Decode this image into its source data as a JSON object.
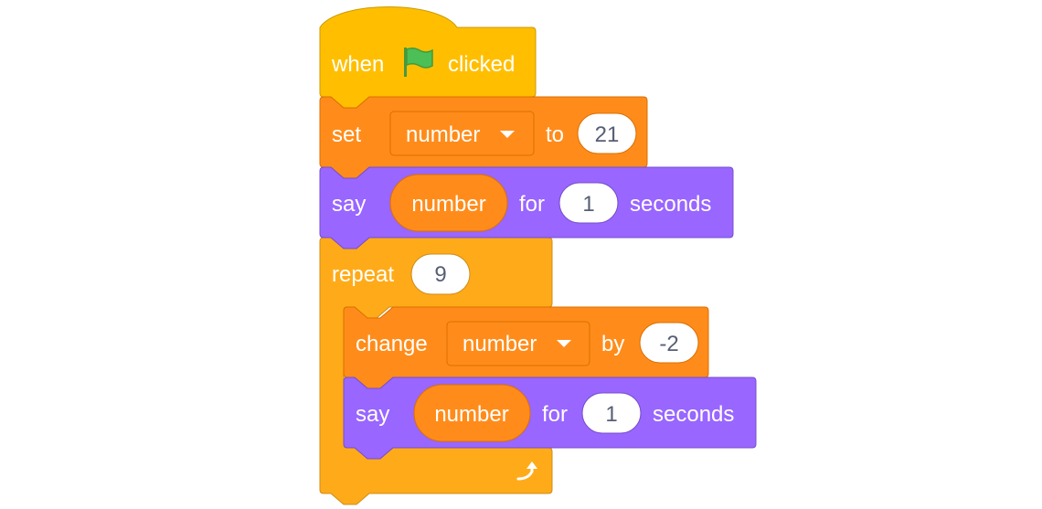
{
  "script": {
    "hat": {
      "prefix": "when",
      "icon": "green-flag-icon",
      "suffix": "clicked"
    },
    "set_block": {
      "label": "set",
      "variable": "number",
      "to_label": "to",
      "value": "21"
    },
    "say_block_1": {
      "label": "say",
      "reporter": "number",
      "for_label": "for",
      "duration": "1",
      "unit": "seconds"
    },
    "repeat_block": {
      "label": "repeat",
      "times": "9",
      "loop_icon": "loop-arrow-icon"
    },
    "change_block": {
      "label": "change",
      "variable": "number",
      "by_label": "by",
      "value": "-2"
    },
    "say_block_2": {
      "label": "say",
      "reporter": "number",
      "for_label": "for",
      "duration": "1",
      "unit": "seconds"
    }
  },
  "colors": {
    "events": "#ffbf00",
    "events_border": "#cc9900",
    "variables": "#ff8c1a",
    "variables_border": "#db6e00",
    "looks": "#9966ff",
    "looks_border": "#774dcb",
    "control": "#ffab19",
    "control_border": "#cf8b17",
    "input_bg": "#ffffff",
    "input_text": "#575e75",
    "flag_green": "#4cbf56"
  }
}
